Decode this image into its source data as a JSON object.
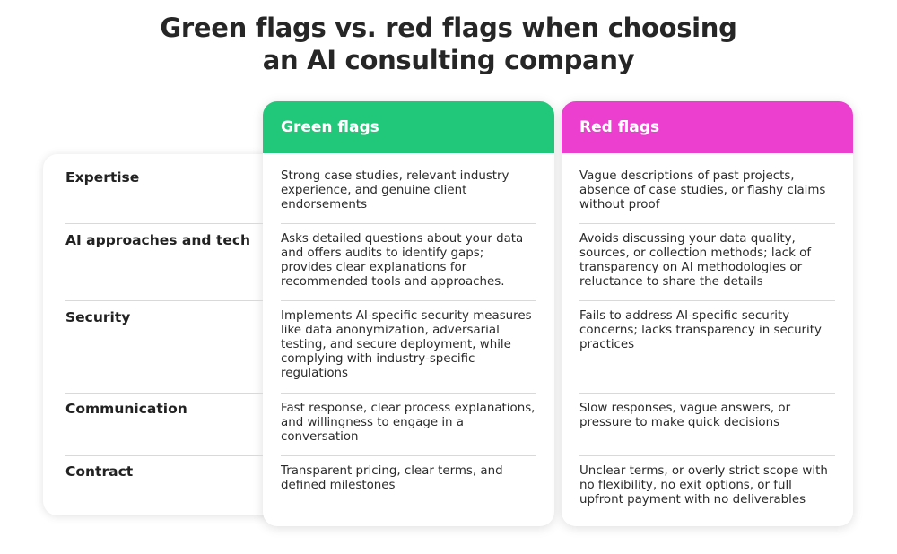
{
  "title": {
    "line1": "Green flags vs. red flags when choosing",
    "line2": "an AI consulting company"
  },
  "columns": {
    "green": {
      "header": "Green flags",
      "color": "#21c87a"
    },
    "red": {
      "header": "Red flags",
      "color": "#ec3fd0"
    }
  },
  "rows": [
    {
      "category": "Expertise",
      "green": "Strong case studies, relevant industry experience, and genuine client endorsements",
      "red": "Vague descriptions of past projects, absence of case studies, or flashy claims without proof"
    },
    {
      "category": "AI approaches and tech",
      "green": "Asks detailed questions about your data and offers audits to identify gaps; provides clear explanations for recommended tools and approaches.",
      "red": "Avoids discussing your data quality, sources, or collection methods; lack of transparency on AI methodologies or reluctance to share the details"
    },
    {
      "category": "Security",
      "green": "Implements AI-specific security measures like data anonymization, adversarial testing, and secure deployment, while complying with industry-specific regulations",
      "red": "Fails to address AI-specific security concerns; lacks transparency in security practices"
    },
    {
      "category": "Communication",
      "green": "Fast response, clear process explanations, and willingness to engage in a conversation",
      "red": "Slow responses, vague answers, or pressure to make quick decisions"
    },
    {
      "category": "Contract",
      "green": "Transparent pricing, clear terms, and defined milestones",
      "red": "Unclear terms, or overly strict scope with no flexibility, no exit options, or full upfront payment with no deliverables"
    }
  ]
}
